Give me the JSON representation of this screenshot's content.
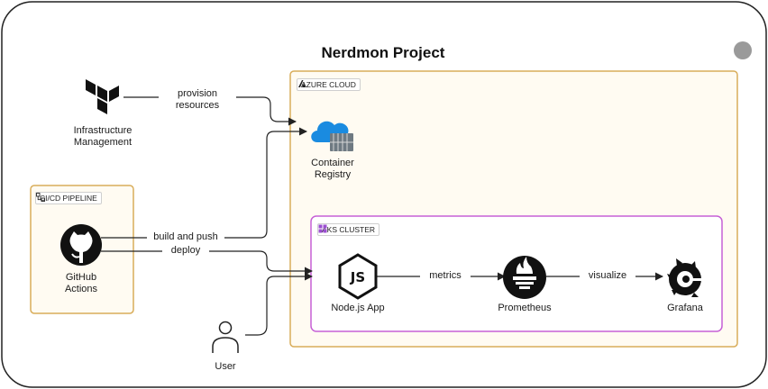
{
  "title": "Nerdmon Project",
  "groups": {
    "azure": {
      "label": "AZURE CLOUD",
      "icon": "azure-logo-icon"
    },
    "cicd": {
      "label": "CI/CD PIPELINE",
      "icon": "pipeline-icon"
    },
    "aks": {
      "label": "AKS CLUSTER",
      "icon": "kubernetes-cluster-icon"
    }
  },
  "nodes": {
    "terraform": {
      "line1": "Infrastructure",
      "line2": "Management",
      "icon": "terraform-icon"
    },
    "registry": {
      "line1": "Container",
      "line2": "Registry",
      "icon": "container-registry-icon"
    },
    "github": {
      "line1": "GitHub",
      "line2": "Actions",
      "icon": "github-icon"
    },
    "user": {
      "label": "User",
      "icon": "user-icon"
    },
    "node": {
      "label": "Node.js App",
      "icon": "nodejs-icon"
    },
    "prometheus": {
      "label": "Prometheus",
      "icon": "prometheus-icon"
    },
    "grafana": {
      "label": "Grafana",
      "icon": "grafana-icon"
    }
  },
  "edges": {
    "provision": {
      "line1": "provision",
      "line2": "resources"
    },
    "build": "build and push",
    "deploy": "deploy",
    "metrics": "metrics",
    "visualize": "visualize"
  },
  "colors": {
    "azure_border": "#d9ad5a",
    "azure_fill": "#fffbf2",
    "cicd_border": "#d9ad5a",
    "cicd_fill": "#fffbf2",
    "aks_border": "#c660d6",
    "aks_fill": "#ffffff",
    "edge": "#222222"
  }
}
